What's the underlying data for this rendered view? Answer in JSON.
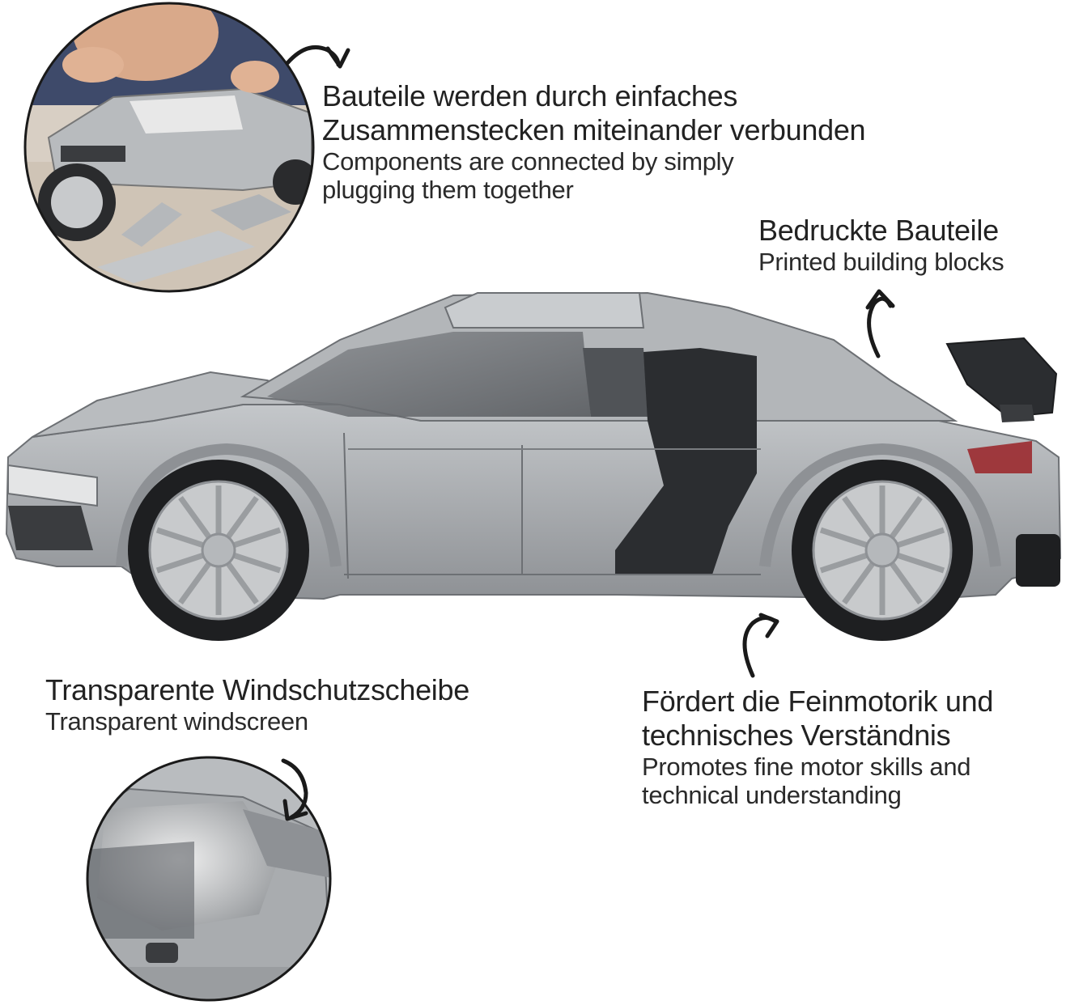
{
  "labels": {
    "connect": {
      "de_line1": "Bauteile werden durch einfaches",
      "de_line2": "Zusammenstecken miteinander verbunden",
      "en_line1": "Components are connected by simply",
      "en_line2": "plugging them together"
    },
    "printed": {
      "de": "Bedruckte Bauteile",
      "en": "Printed building blocks"
    },
    "windscreen": {
      "de": "Transparente Windschutzscheibe",
      "en": "Transparent windscreen"
    },
    "motor": {
      "de_line1": "Fördert die Feinmotorik und",
      "de_line2": "technisches Verständnis",
      "en_line1": "Promotes fine motor skills and",
      "en_line2": "technical understanding"
    }
  },
  "colors": {
    "car_body": "#a9acaf",
    "car_dark": "#2b2d30",
    "wheel": "#c8cacc",
    "tire": "#1e1f21",
    "window": "#6b6e72",
    "taillight": "#9b2a2f"
  }
}
